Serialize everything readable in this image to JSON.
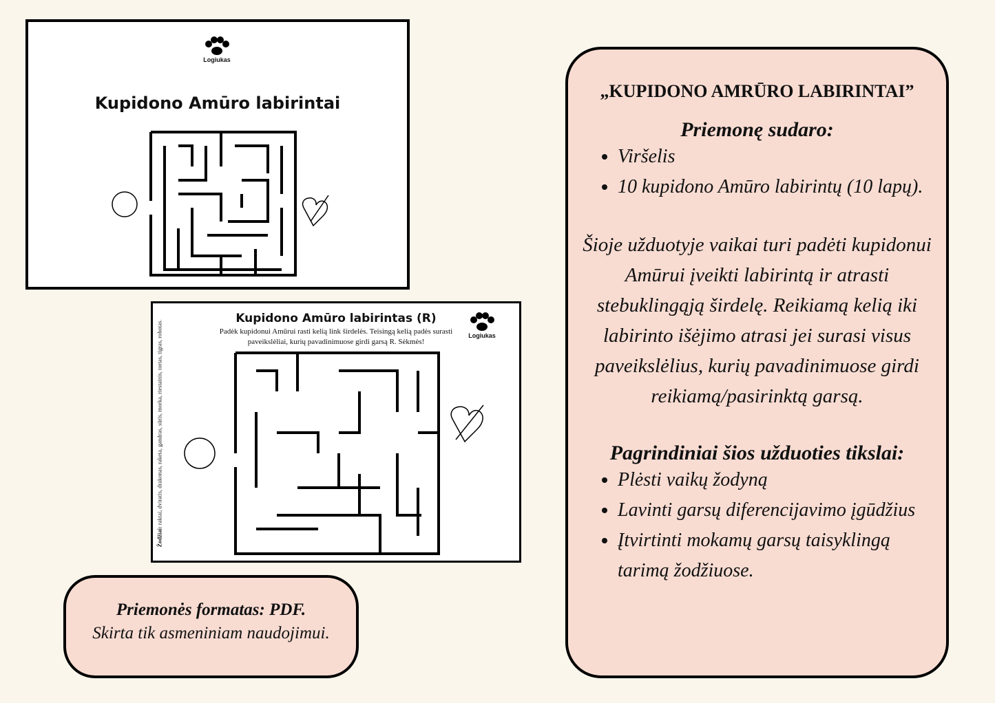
{
  "cover": {
    "logo": "Logiukas",
    "title": "Kupidono Amūro labirintai"
  },
  "sample": {
    "logo": "Logiukas",
    "title": "Kupidono Amūro labirintas (R)",
    "instructions": "Padėk kupidonui Amūrui rasti kelią link širdelės. Teisingą kelią padės surasti paveikslėliai, kurių pavadinimuose girdi garsą R. Sėkmės!",
    "words_label": "Žodžiai:",
    "words": "raktai, dviratis, drakonas, raketa, gandras, sūris, morka, riestainis, tortas, tigras, robotas."
  },
  "format_box": {
    "line1": "Priemonės formatas: PDF.",
    "line2": "Skirta tik asmeniniam naudojimui."
  },
  "panel": {
    "title": "„KUPIDONO AMRŪRO LABIRINTAI”",
    "contents_heading": "Priemonę sudaro:",
    "contents": [
      "Viršelis",
      "10 kupidono Amūro labirintų (10 lapų)."
    ],
    "description": "Šioje užduotyje vaikai turi padėti kupidonui Amūrui įveikti labirintą ir atrasti stebuklingąją širdelę. Reikiamą kelią iki labirinto išėjimo atrasi jei surasi visus paveikslėlius, kurių pavadinimuose girdi reikiamą/pasirinktą garsą.",
    "goals_heading": "Pagrindiniai šios užduoties tikslai:",
    "goals": [
      "Plėsti vaikų žodyną",
      "Lavinti garsų diferencijavimo įgūdžius",
      "Įtvirtinti mokamų garsų taisyklingą tarimą žodžiuose."
    ]
  }
}
